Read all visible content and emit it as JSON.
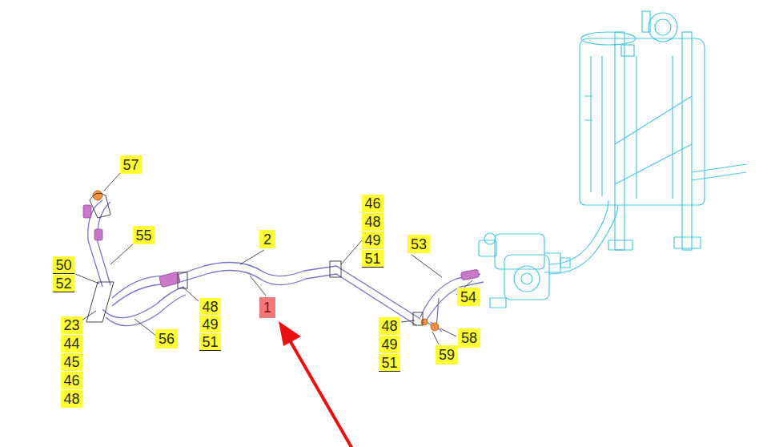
{
  "diagram": {
    "labels": [
      "57",
      "55",
      "50",
      "52",
      "2",
      "46",
      "48",
      "49",
      "51",
      "53",
      "48",
      "49",
      "51",
      "23",
      "44",
      "45",
      "46",
      "48",
      "56",
      "1",
      "54",
      "48",
      "49",
      "51",
      "59",
      "58"
    ]
  }
}
